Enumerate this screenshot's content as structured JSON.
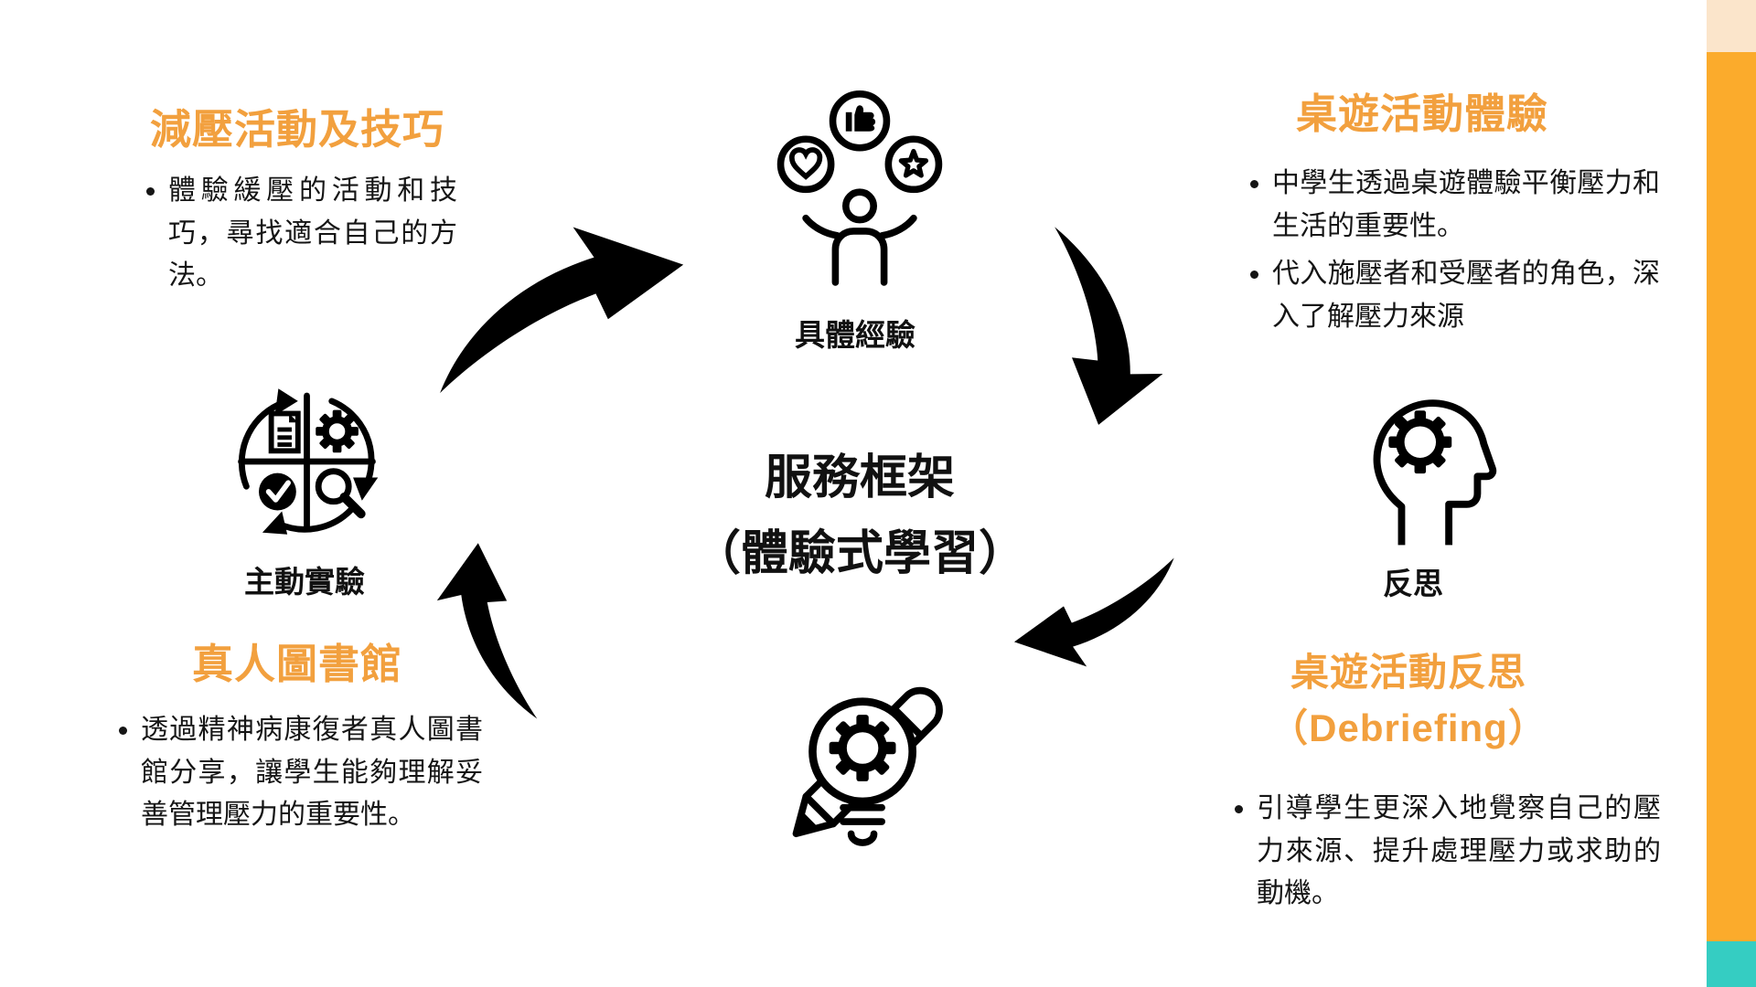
{
  "center": {
    "title_line1": "服務框架",
    "title_line2": "（體驗式學習）"
  },
  "nodes": {
    "top": {
      "label": "具體經驗",
      "icon": "person-praise-icon"
    },
    "right": {
      "label": "反思",
      "icon": "head-gear-icon"
    },
    "left": {
      "label": "主動實驗",
      "icon": "cycle-tasks-icon"
    },
    "bottom": {
      "label": "",
      "icon": "bulb-gear-pencil-icon"
    }
  },
  "sections": {
    "top_left": {
      "heading": "減壓活動及技巧",
      "bullets": [
        "體驗緩壓的活動和技巧，尋找適合自己的方法。"
      ]
    },
    "top_right": {
      "heading": "桌遊活動體驗",
      "bullets": [
        "中學生透過桌遊體驗平衡壓力和生活的重要性。",
        "代入施壓者和受壓者的角色，深入了解壓力來源"
      ]
    },
    "bottom_left": {
      "heading": "真人圖書館",
      "bullets": [
        "透過精神病康復者真人圖書館分享，讓學生能夠理解妥善管理壓力的重要性。"
      ]
    },
    "bottom_right": {
      "heading_line1": "桌遊活動反思",
      "heading_line2": "（Debriefing）",
      "bullets": [
        "引導學生更深入地覺察自己的壓力來源、提升處理壓力或求助的動機。"
      ]
    }
  },
  "colors": {
    "accent_orange": "#F2A03E",
    "bar_orange": "#FBAB2C",
    "bar_cream": "#FBE5CB",
    "bar_teal": "#35CDC2",
    "text_black": "#111111"
  }
}
